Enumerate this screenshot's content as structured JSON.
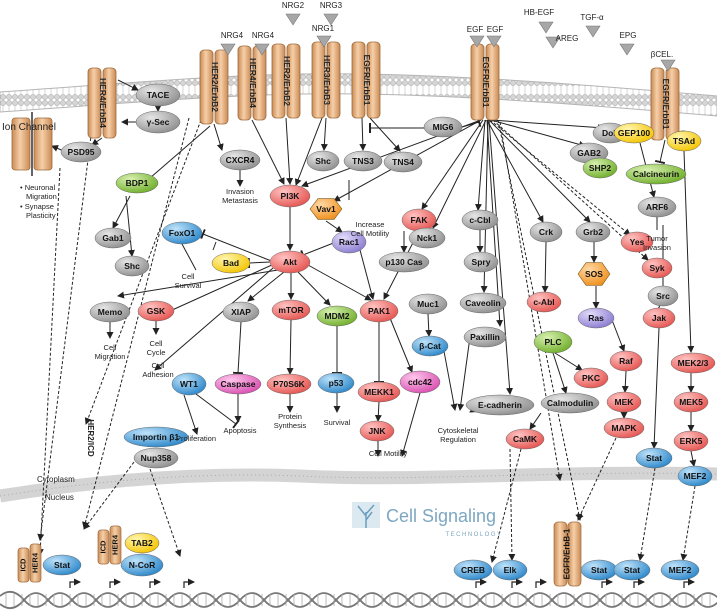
{
  "ligands": {
    "nrg2": "NRG2",
    "nrg3": "NRG3",
    "hbegf": "HB-EGF",
    "tgfa": "TGF-α",
    "nrg4a": "NRG4",
    "nrg4b": "NRG4",
    "nrg1": "NRG1",
    "egfa": "EGF",
    "egfb": "EGF",
    "areg": "AREG",
    "epg": "EPG",
    "btc": "βCEL."
  },
  "receptors": [
    {
      "id": "r1",
      "label": "HER4/ErbB4"
    },
    {
      "id": "r2",
      "label": "HER2/ErbB2"
    },
    {
      "id": "r3",
      "label": "HER4/ErbB4"
    },
    {
      "id": "r4",
      "label": "HER2/ErbB2"
    },
    {
      "id": "r5",
      "label": "HER3/ErbB3"
    },
    {
      "id": "r6",
      "label": "EGFR/ErbB1"
    },
    {
      "id": "r7",
      "label": "EGFR/ErbB1"
    },
    {
      "id": "r8",
      "label": "EGFR/ErbB1"
    }
  ],
  "labels": {
    "ion_channel": "Ion Channel",
    "neuronal": "• Neuronal",
    "migration": "Migration",
    "synapse": "• Synapse",
    "plasticity": "Plasticity",
    "invasion": "Invasion",
    "metastasis": "Metastasis",
    "increase": "Increase",
    "cell_motility1": "Cell Motility",
    "cell_survival1": "Cell",
    "cell_survival2": "Survival",
    "cell_migration1": "Cell",
    "cell_migration2": "Migration",
    "cell_cycle1": "Cell",
    "cell_cycle2": "Cycle",
    "cell_adhesion1": "Cell",
    "cell_adhesion2": "Adhesion",
    "proliferation": "Proliferation",
    "apoptosis": "Apoptosis",
    "protein1": "Protein",
    "protein2": "Synthesis",
    "survival": "Survival",
    "cell_motility2": "Cell Motility",
    "cytoskeletal1": "Cytoskeletal",
    "cytoskeletal2": "Regulation",
    "tumor1": "Tumor",
    "tumor2": "Invasion",
    "her2icd": "HER2/ICD",
    "cytoplasm": "Cytoplasm",
    "nucleus": "Nucleus",
    "logo1": "Cell Signaling",
    "logo2": "TECHNOLOGY"
  },
  "proteins": {
    "tace": "TACE",
    "ysec": "γ-Sec",
    "psd95": "PSD95",
    "bdp1": "BDP1",
    "cxcr4": "CXCR4",
    "pi3k": "PI3K",
    "shc1": "Shc",
    "tns3": "TNS3",
    "tns4": "TNS4",
    "mig6": "MIG6",
    "dok": "Dok",
    "gep100": "GEP100",
    "tsad": "TSAd",
    "gab2": "GAB2",
    "shp2": "SHP2",
    "calcineurin": "Calcineurin",
    "gab1": "Gab1",
    "foxo1": "FoxO1",
    "vav1": "Vav1",
    "fak": "FAK",
    "ccbl": "c-Cbl",
    "crk": "Crk",
    "grb2": "Grb2",
    "arf6": "ARF6",
    "shc2": "Shc",
    "bad": "Bad",
    "akt": "Akt",
    "rac1": "Rac1",
    "p130cas": "p130 Cas",
    "nck1": "Nck1",
    "spry": "Spry",
    "sos": "SOS",
    "yes": "Yes",
    "syk": "Syk",
    "memo": "Memo",
    "gsk": "GSK",
    "xiap": "XIAP",
    "mtor": "mTOR",
    "mdm2": "MDM2",
    "pak1": "PAK1",
    "muc1": "Muc1",
    "caveolin": "Caveolin",
    "cabl": "c-Abl",
    "ras": "Ras",
    "src": "Src",
    "jak": "Jak",
    "bcat": "β-Cat",
    "paxillin": "Paxillin",
    "plc": "PLC",
    "raf": "Raf",
    "mek23": "MEK2/3",
    "wt1": "WT1",
    "caspase": "Caspase",
    "p70s6k": "P70S6K",
    "p53": "p53",
    "mekk1": "MEKK1",
    "cdc42": "cdc42",
    "pkc": "PKC",
    "calmodulin": "Calmodulin",
    "mek": "MEK",
    "mek5": "MEK5",
    "importin": "Importin β1",
    "nup358": "Nup358",
    "jnk": "JNK",
    "ecadherin": "E-cadherin",
    "camk": "CaMK",
    "mapk": "MAPK",
    "erk5": "ERK5",
    "stat_c": "Stat",
    "mef2_c": "MEF2",
    "tab2": "TAB2",
    "icd1": "ICD",
    "her4a": "HER4",
    "icd2": "ICD",
    "her4b": "HER4",
    "stat_n1": "Stat",
    "ncor": "N-CoR",
    "creb": "CREB",
    "elk": "Elk",
    "egfr_n": "EGFR/ErbB-1",
    "stat_n2": "Stat",
    "stat_n3": "Stat",
    "mef2_n": "MEF2"
  },
  "colors": {
    "membrane": "#c8c8c8",
    "receptor": "#e9b98c",
    "gray": "#9a9a9a",
    "red": "#ee6f6c",
    "green": "#8cc63f",
    "blue": "#4a9ed8",
    "yellow": "#ffd400",
    "purple": "#9d8fd6",
    "orange": "#f6a13b",
    "pink": "#e66bc0"
  }
}
